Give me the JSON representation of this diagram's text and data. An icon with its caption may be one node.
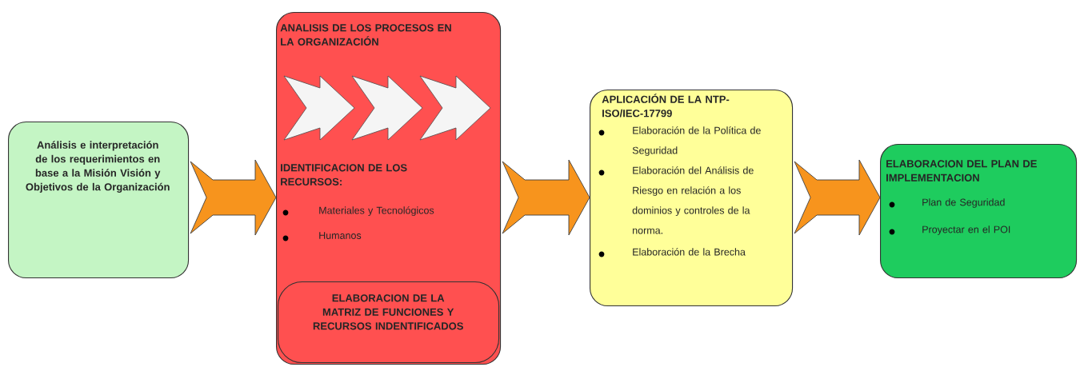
{
  "diagram": {
    "nodes": [
      {
        "text": [
          "Análisis e interpretación de los requerimientos en base a la Misión Visión y Objetivos de la Organización"
        ]
      },
      {
        "text": [
          "ANALISIS DE LOS PROCESOS EN LA ORGANIZACIÓN",
          "IDENTIFICACION DE LOS RECURSOS:",
          "Materiales y Tecnológicos",
          "Humanos"
        ]
      },
      {
        "text": [
          "ELABORACION DE LA MATRIZ DE FUNCIONES Y RECURSOS INDENTIFICADOS"
        ],
        "in": 1
      },
      {
        "text": [
          "APLICACIÓN DE LA NTP-ISO/IEC-17799",
          "Elaboración de la Política de Seguridad",
          "Elaboración del Análisis de Riesgo en relación a los dominios y controles de la norma.",
          "Elaboración de la Brecha"
        ]
      },
      {
        "text": [
          "ELABORACION DEL PLAN DE IMPLEMENTACION",
          "Plan de Seguridad",
          "Proyectar en el POI"
        ]
      }
    ],
    "edges": [
      {
        "from": 0,
        "to": 1,
        "arrow": "to"
      },
      {
        "from": 1,
        "to": 3,
        "arrow": "to"
      },
      {
        "from": 3,
        "to": 4,
        "arrow": "to"
      }
    ]
  }
}
